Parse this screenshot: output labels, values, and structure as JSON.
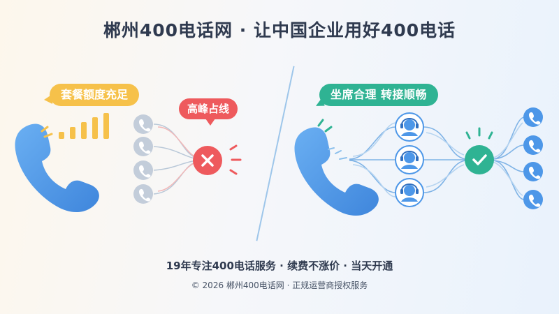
{
  "header": {
    "title": "郴州400电话网 · 让中国企业用好400电话"
  },
  "left_panel": {
    "plan_bubble": "套餐额度充足",
    "peak_bubble": "高峰占线"
  },
  "right_panel": {
    "seat_bubble": "坐席合理  转接顺畅"
  },
  "footer": {
    "tagline": "19年专注400电话服务 · 续费不涨价 · 当天开通",
    "copyright": "© 2026 郴州400电话网 · 正规运营商授权服务"
  },
  "colors": {
    "phone_blue": "#4d97e8",
    "signal_yellow": "#f6c14a",
    "error_red": "#ee5a5d",
    "success_green": "#2fb393",
    "caller_gray": "#b9c3d2"
  },
  "icons": {
    "handset": "phone-handset-icon",
    "caller": "phone-icon",
    "agent": "headset-agent-icon",
    "error": "close-icon",
    "success": "check-icon"
  }
}
